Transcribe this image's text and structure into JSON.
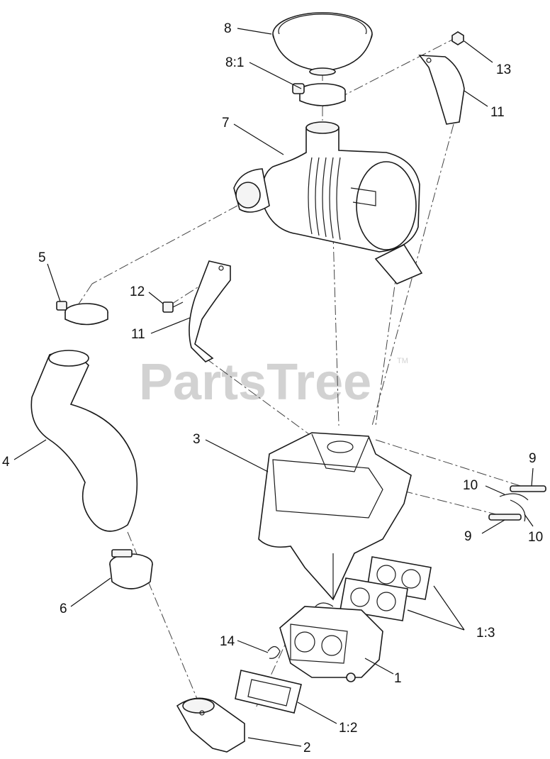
{
  "watermark": {
    "text": "PartsTree",
    "trademark": "TM"
  },
  "callouts": [
    {
      "id": "c-8",
      "label": "8"
    },
    {
      "id": "c-8-1",
      "label": "8:1"
    },
    {
      "id": "c-13",
      "label": "13"
    },
    {
      "id": "c-11-top",
      "label": "11"
    },
    {
      "id": "c-7",
      "label": "7"
    },
    {
      "id": "c-5",
      "label": "5"
    },
    {
      "id": "c-12",
      "label": "12"
    },
    {
      "id": "c-11-mid",
      "label": "11"
    },
    {
      "id": "c-4",
      "label": "4"
    },
    {
      "id": "c-3",
      "label": "3"
    },
    {
      "id": "c-9-top",
      "label": "9"
    },
    {
      "id": "c-10-top",
      "label": "10"
    },
    {
      "id": "c-9-bot",
      "label": "9"
    },
    {
      "id": "c-10-bot",
      "label": "10"
    },
    {
      "id": "c-6",
      "label": "6"
    },
    {
      "id": "c-1-3",
      "label": "1:3"
    },
    {
      "id": "c-14",
      "label": "14"
    },
    {
      "id": "c-1",
      "label": "1"
    },
    {
      "id": "c-1-2",
      "label": "1:2"
    },
    {
      "id": "c-2",
      "label": "2"
    }
  ]
}
